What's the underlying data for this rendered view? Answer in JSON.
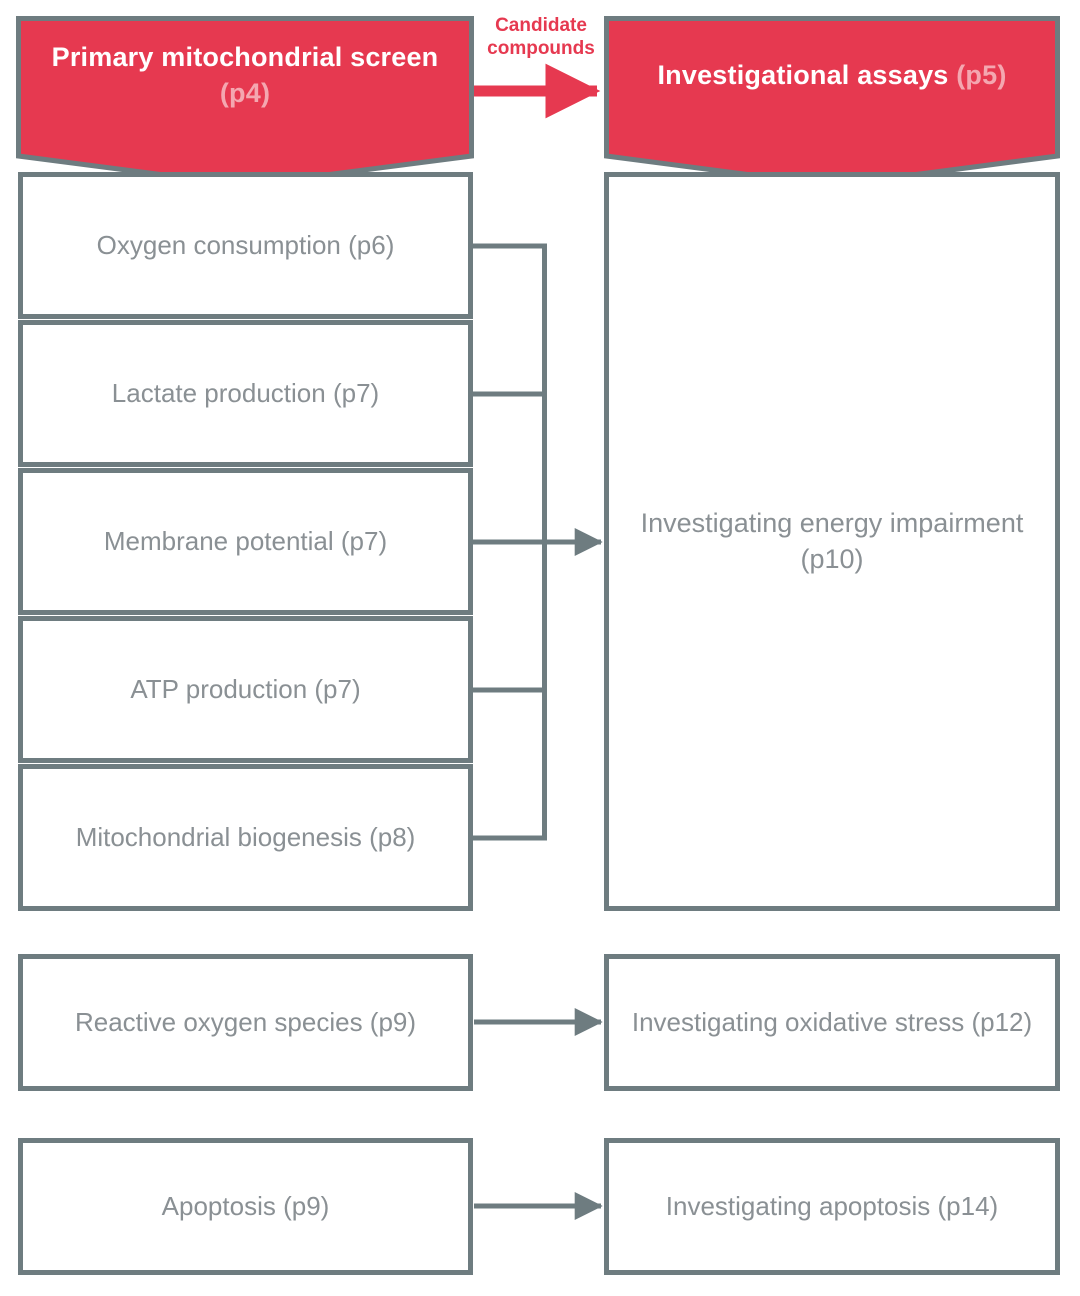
{
  "diagram": {
    "title_left": "Primary mitochondrial screen",
    "title_right": "Investigational assays",
    "accent_red": "#e63950",
    "accent_red_light": "#f4a7b0",
    "outline_gray": "#6e7c80",
    "text_gray": "#8a9094"
  },
  "headers": {
    "left": {
      "text": "Primary mitochondrial screen",
      "page": "(p4)"
    },
    "right": {
      "text": "Investigational assays",
      "page": "(p5)"
    }
  },
  "flow_arrow": {
    "label_line1": "Candidate",
    "label_line2": "compounds",
    "color": "#e63950"
  },
  "screen_boxes": [
    {
      "id": "oxygen",
      "label": "Oxygen consumption (p6)"
    },
    {
      "id": "lactate",
      "label": "Lactate production (p7)"
    },
    {
      "id": "membrane",
      "label": "Membrane potential (p7)"
    },
    {
      "id": "atp",
      "label": "ATP production (p7)"
    },
    {
      "id": "biogen",
      "label": "Mitochondrial biogenesis (p8)"
    },
    {
      "id": "ros",
      "label": "Reactive oxygen species (p9)"
    },
    {
      "id": "apoptosis",
      "label": "Apoptosis (p9)"
    }
  ],
  "assay_boxes": [
    {
      "id": "energy",
      "label": "Investigating energy impairment (p10)"
    },
    {
      "id": "oxidative",
      "label": "Investigating oxidative stress (p12)"
    },
    {
      "id": "apoptosis",
      "label": "Investigating apoptosis (p14)"
    }
  ]
}
